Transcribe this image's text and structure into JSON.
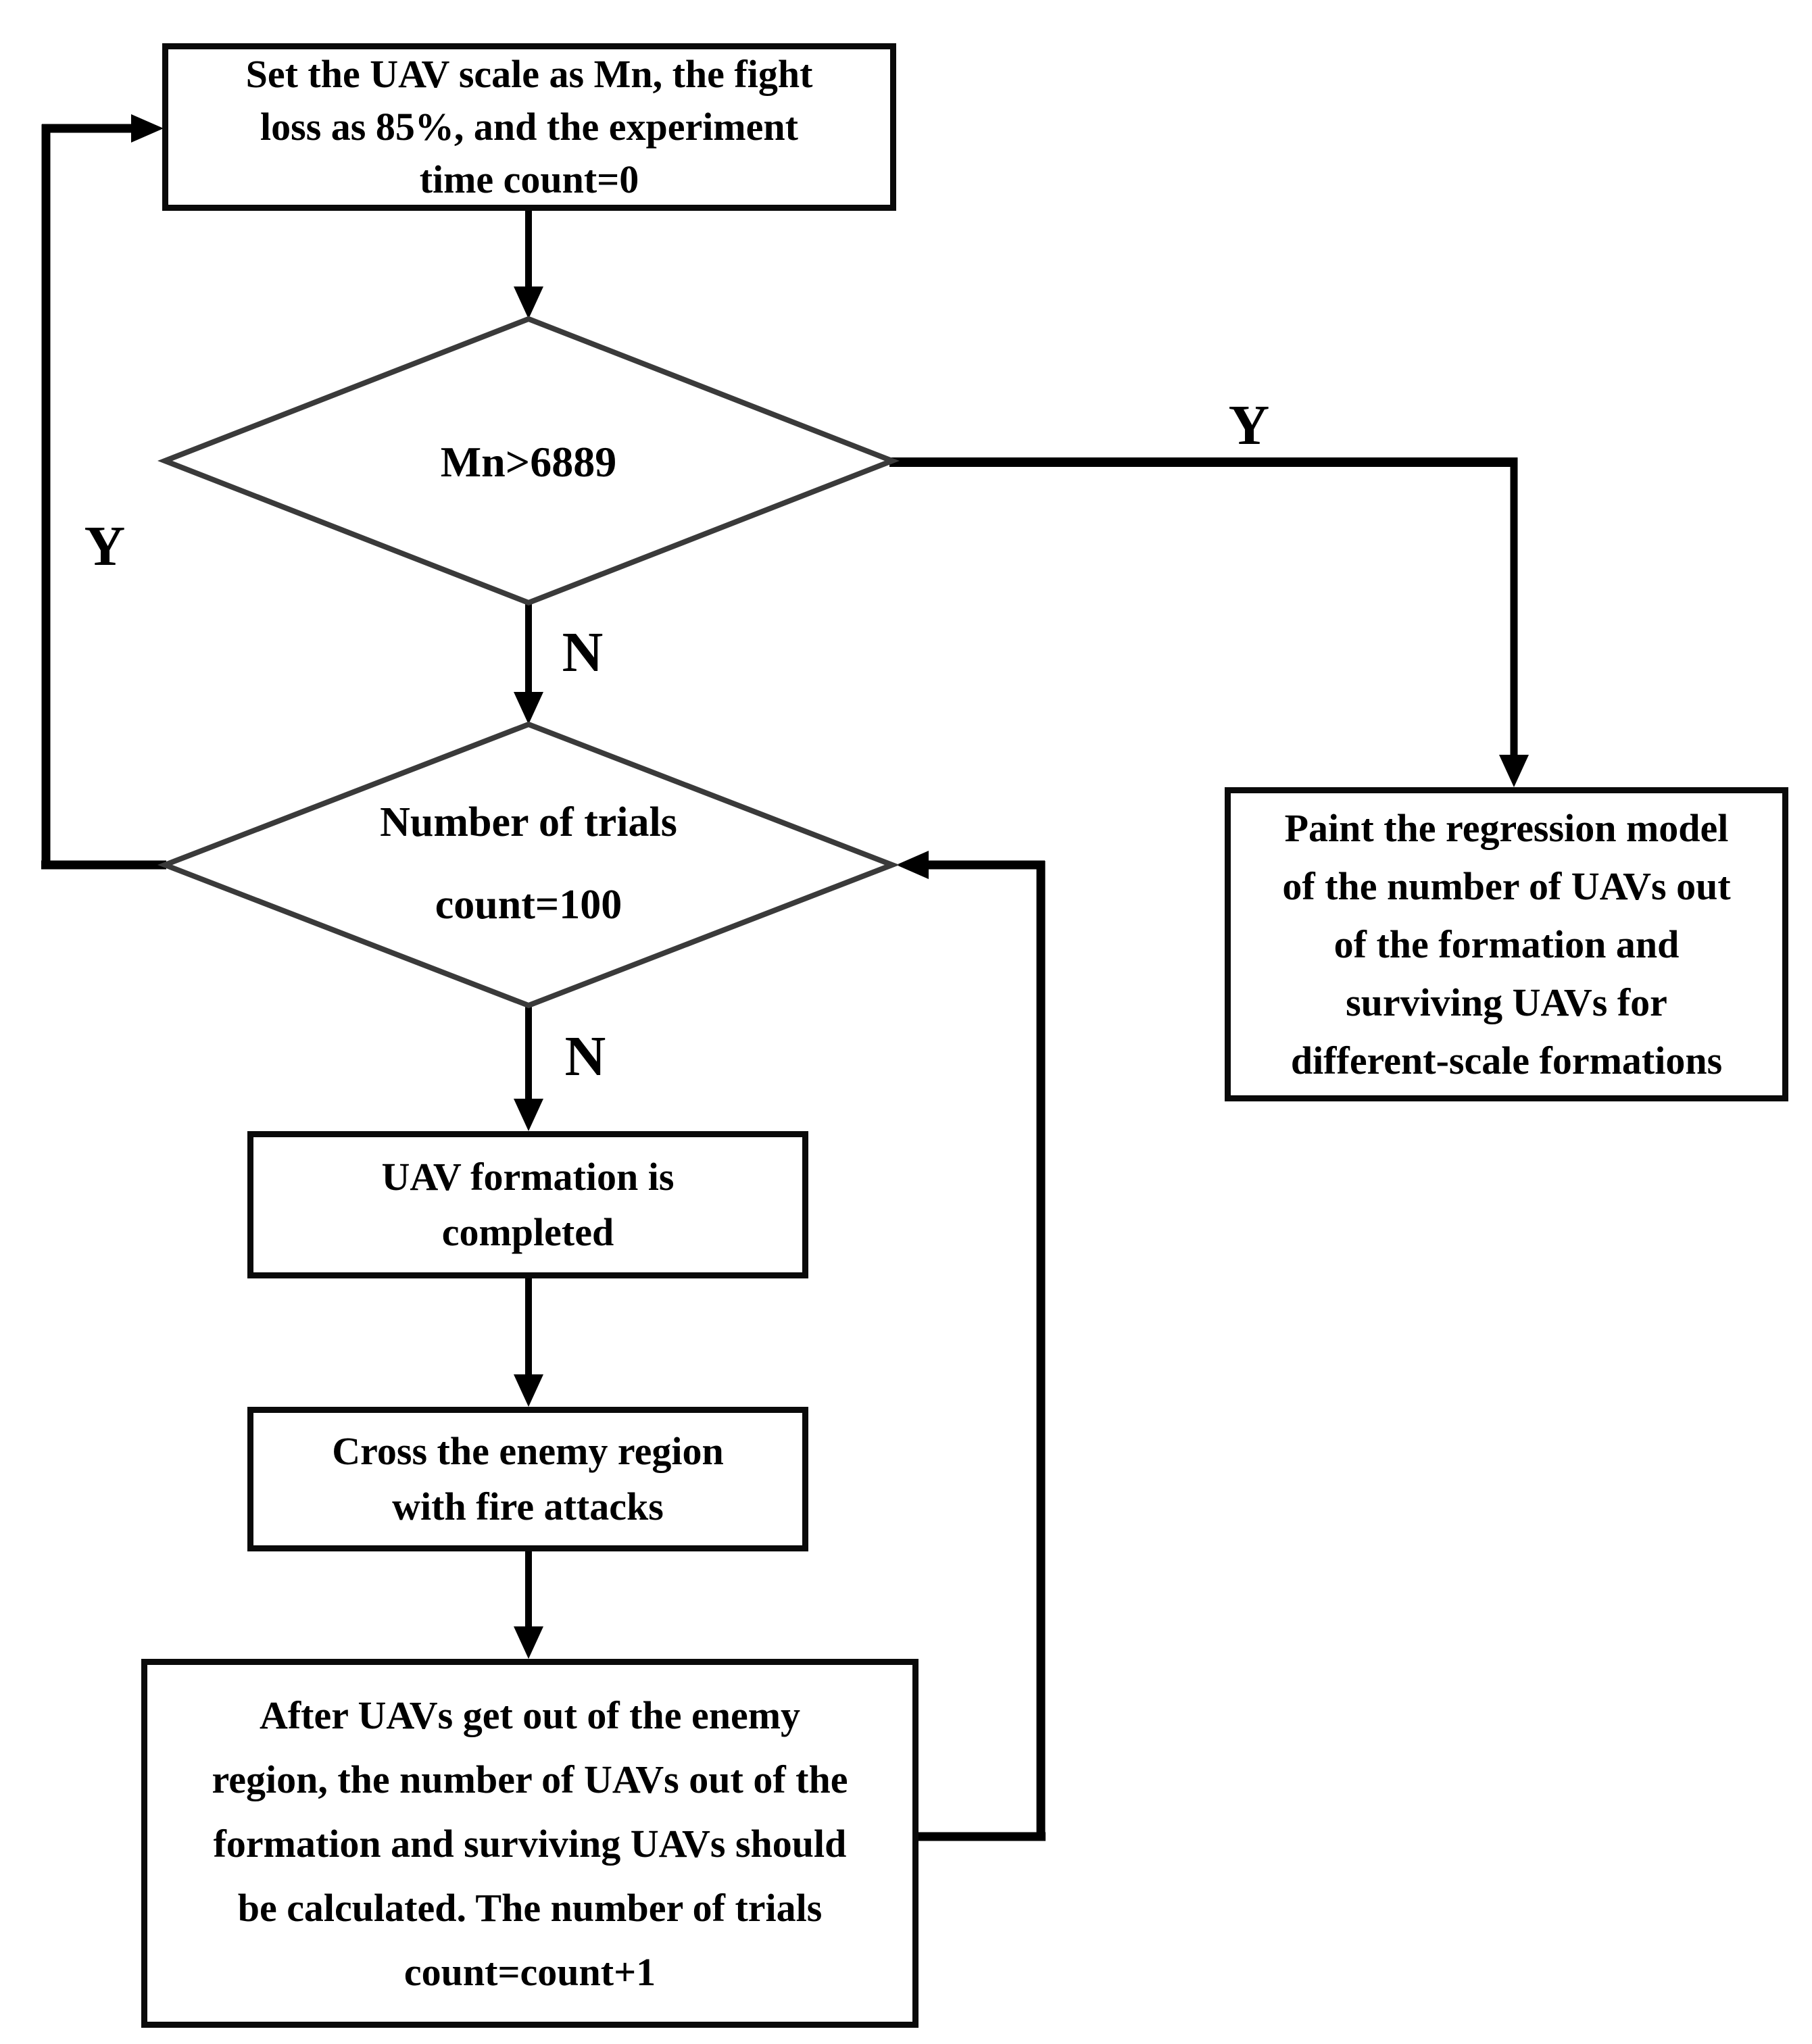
{
  "flowchart": {
    "nodes": {
      "start": {
        "lines": [
          "Set the UAV scale as Mn, the fight",
          "loss as 85%, and the experiment",
          "time count=0"
        ]
      },
      "decision_mn": {
        "label": "Mn>6889"
      },
      "decision_trials": {
        "lines": [
          "Number of trials",
          "count=100"
        ]
      },
      "formation": {
        "lines": [
          "UAV formation is",
          "completed"
        ]
      },
      "cross_enemy": {
        "lines": [
          "Cross the enemy region",
          "with fire attacks"
        ]
      },
      "calculate": {
        "lines": [
          "After UAVs get out of the enemy",
          "region, the number of UAVs out of the",
          "formation and surviving UAVs should",
          "be calculated. The number of trials",
          "count=count+1"
        ]
      },
      "paint_model": {
        "lines": [
          "Paint the regression model",
          "of the number of UAVs out",
          "of the formation and",
          "surviving UAVs for",
          "different-scale formations"
        ]
      }
    },
    "edge_labels": {
      "mn_yes": "Y",
      "trials_yes": "Y",
      "mn_no": "N",
      "trials_no": "N"
    },
    "colors": {
      "connector": "#000000",
      "diamond_stroke": "#3a3a3a",
      "box_border": "#0a0a0a",
      "text": "#000000",
      "background": "#ffffff"
    }
  }
}
